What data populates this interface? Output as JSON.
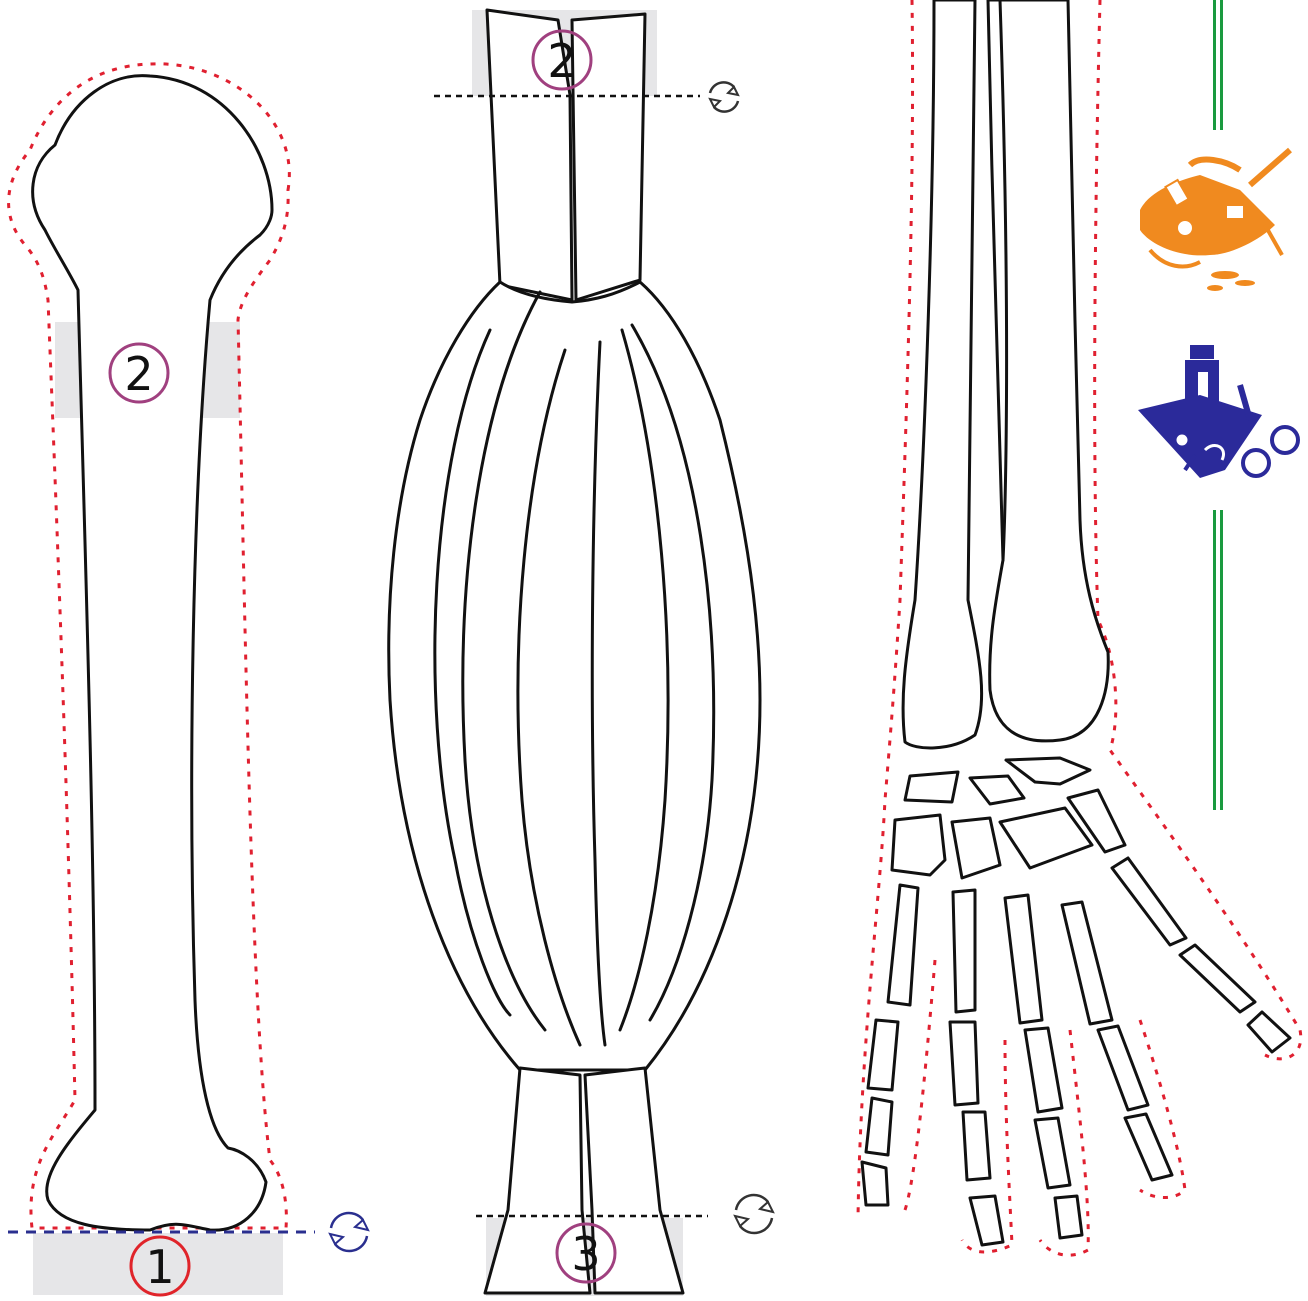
{
  "sheet": {
    "markers": {
      "humerus_top": "2",
      "humerus_bottom": "1",
      "muscle_top": "2",
      "muscle_bottom": "3"
    },
    "marker_colors": {
      "purple": "#a0407f",
      "red": "#e0242a"
    },
    "cut_line_color": "#e02030",
    "accent_line_color": "#1a9a3f",
    "icons": [
      "rotate-icon",
      "rotate-icon",
      "rotate-icon",
      "art-supplies-icon",
      "craft-tools-icon"
    ],
    "icon_colors": {
      "art_supplies": "#f08a1f",
      "craft_tools": "#2b2a9a",
      "rotate": "#2a2f8f"
    }
  }
}
